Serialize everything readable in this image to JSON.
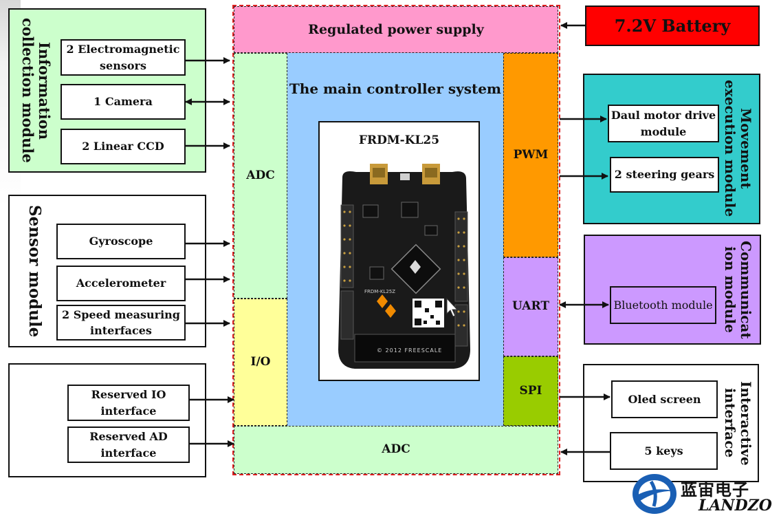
{
  "modules": {
    "info": {
      "title": "Information collection module",
      "items": [
        "2 Electromagnetic sensors",
        "1 Camera",
        "2 Linear CCD"
      ]
    },
    "sensor": {
      "title": "Sensor module",
      "items": [
        "Gyroscope",
        "Accelerometer",
        "2 Speed measuring interfaces"
      ]
    },
    "reserved": {
      "items": [
        "Reserved IO interface",
        "Reserved AD interface"
      ]
    },
    "movement": {
      "title": "Movement execution module",
      "items": [
        "Daul motor drive module",
        "2 steering gears"
      ]
    },
    "comm": {
      "title": "Communicat ion module",
      "items": [
        "Bluetooth module"
      ]
    },
    "interactive": {
      "title": "Interactive interface",
      "items": [
        "Oled  screen",
        "5 keys"
      ]
    }
  },
  "battery": {
    "label": "7.2V Battery"
  },
  "core": {
    "power": "Regulated power supply",
    "title": "The main controller system",
    "board": "FRDM-KL25",
    "board_silk": "FRDM-KL25Z",
    "board_copyright": "© 2012 FREESCALE",
    "adc_left": "ADC",
    "io": "I/O",
    "adc_bottom": "ADC",
    "pwm": "PWM",
    "uart": "UART",
    "spi": "SPI"
  },
  "logo": {
    "cn": "蓝宙电子",
    "en": "LANDZO"
  },
  "colors": {
    "info_bg": "#ccffcc",
    "power_bg": "#ff99cc",
    "battery_bg": "#ff0000",
    "adc_bg": "#ccffcc",
    "io_bg": "#ffff99",
    "main_bg": "#99ccff",
    "pwm_bg": "#ff9900",
    "uart_bg": "#cc99ff",
    "spi_bg": "#99cc00",
    "movement_bg": "#33cccc",
    "comm_bg": "#cc99ff",
    "core_border": "#e02020"
  }
}
